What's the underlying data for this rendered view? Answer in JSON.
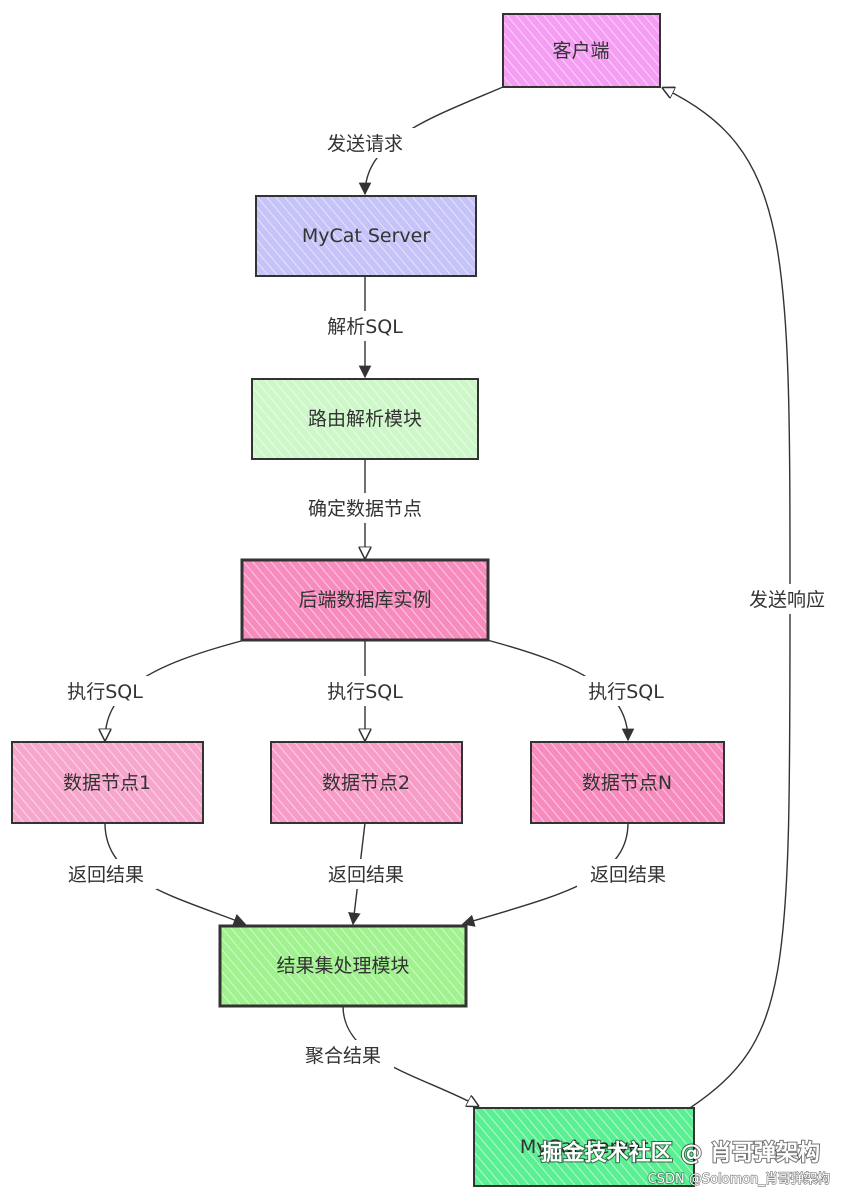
{
  "nodes": {
    "client": {
      "label": "客户端",
      "color": "#f49df2"
    },
    "mycat_server": {
      "label": "MyCat Server",
      "color": "#c5c3f7"
    },
    "routing_module": {
      "label": "路由解析模块",
      "color": "#cdf7c9"
    },
    "backend_instances": {
      "label": "后端数据库实例",
      "color": "#f78bbd"
    },
    "data_node_1": {
      "label": "数据节点1",
      "color": "#f7a6cc"
    },
    "data_node_2": {
      "label": "数据节点2",
      "color": "#f79cc6"
    },
    "data_node_n": {
      "label": "数据节点N",
      "color": "#f78bbd"
    },
    "result_module": {
      "label": "结果集处理模块",
      "color": "#9ff28e"
    },
    "mycat_server_out": {
      "label": "MyCat Server",
      "color": "#5bef93"
    }
  },
  "edges": {
    "send_request": "发送请求",
    "parse_sql": "解析SQL",
    "determine_nodes": "确定数据节点",
    "exec_sql_1": "执行SQL",
    "exec_sql_2": "执行SQL",
    "exec_sql_n": "执行SQL",
    "return_1": "返回结果",
    "return_2": "返回结果",
    "return_n": "返回结果",
    "aggregate": "聚合结果",
    "send_response": "发送响应"
  },
  "watermark": {
    "main": "掘金技术社区 @ 肖哥弹架构",
    "sub": "CSDN @Solomon_肖哥弹架构"
  }
}
